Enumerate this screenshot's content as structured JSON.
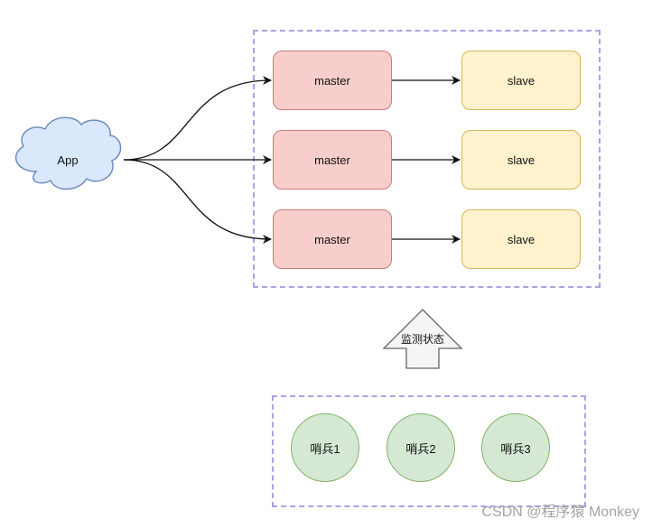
{
  "app": {
    "label": "App"
  },
  "cluster": {
    "rows": [
      {
        "master": "master",
        "slave": "slave"
      },
      {
        "master": "master",
        "slave": "slave"
      },
      {
        "master": "master",
        "slave": "slave"
      }
    ]
  },
  "monitor": {
    "label": "监测状态"
  },
  "sentinels": [
    "哨兵1",
    "哨兵2",
    "哨兵3"
  ],
  "watermark": "CSDN @程序猿 Monkey",
  "colors": {
    "master_fill": "#f8cecc",
    "slave_fill": "#fff2cc",
    "sentinel_fill": "#d5e8d4",
    "app_fill": "#dae8fc",
    "dashed_border": "#a8a3e6"
  }
}
